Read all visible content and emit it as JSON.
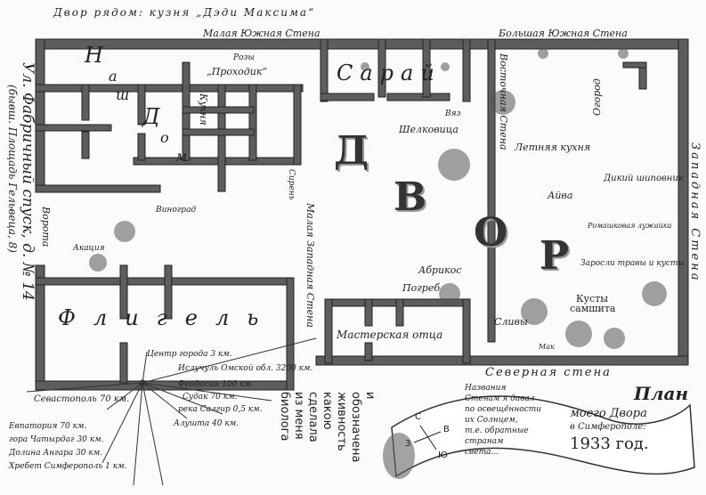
{
  "header": {
    "title": "Двор рядом: кузня „Дэди Максима“"
  },
  "walls": {
    "small_south": "Малая Южная Стена",
    "big_south": "Большая Южная Стена",
    "west": "Западная Стена",
    "north": "Северная стена",
    "east": "Восточная Стена",
    "small_west": "Малая Западная Стена"
  },
  "buildings": {
    "house_letters": [
      "Н",
      "а",
      "ш",
      "Д",
      "о",
      "м"
    ],
    "kitchen": "Кухня",
    "shed": "Сарай",
    "wing": "Флигель",
    "workshop": "Мастерская отца",
    "cellar": "Погреб",
    "summer_kitchen": "Летняя кухня",
    "gate": "Ворота"
  },
  "yard": {
    "letters": [
      "Д",
      "В",
      "О",
      "Р"
    ]
  },
  "plants": {
    "roses": "Розы",
    "passage": "„Проходик“",
    "lilac": "Сирень",
    "grape": "Виноград",
    "acacia": "Акация",
    "elm": "Вяз",
    "mulberry": "Шелковица",
    "apricot": "Абрикос",
    "plums": "Сливы",
    "garden": "Огород",
    "quince": "Айва",
    "ruby": "Ромашковая лужайка",
    "samshit": "Кусты самшита",
    "wild_rose": "Дикий шиповник",
    "weeds": "Заросли травы и кусты",
    "poppy": "Мак"
  },
  "street": {
    "address": "Ул. Фабричный спуск, д. № 14",
    "former": "(бывш. Площадь Гельвеца, 8)"
  },
  "directions": [
    "Центр города 3 км.",
    "Ислучуль Омской обл. 3200 км.",
    "Севастополь 70 км.",
    "Феодосия 100 км.",
    "Судак 70 км.",
    "река Салгир 0,5 км.",
    "Алушта 40 км.",
    "Долина Ангара 30 км.",
    "гора Чатырдаг 30 км.",
    "Евпатория 70 км.",
    "Хребет Симферополь 1 км."
  ],
  "note_lines": [
    "и",
    "обозначена",
    "живность",
    "какою",
    "сделала",
    "из меня",
    "биолога"
  ],
  "scroll": {
    "title": "План",
    "line1": "моего Двора",
    "line2": "в Симферополе:",
    "year": "1933 год.",
    "wall_names": [
      "Названия",
      "Стенам я давал",
      "по освещённости",
      "их Солнцем,",
      "т.е. обратные",
      "странам",
      "света..."
    ],
    "compass": {
      "n": "С",
      "s": "Ю",
      "e": "В",
      "w": "З"
    }
  },
  "colors": {
    "wall": "#5d5d5d",
    "ink": "#222222",
    "paper": "#fbfbf9"
  }
}
